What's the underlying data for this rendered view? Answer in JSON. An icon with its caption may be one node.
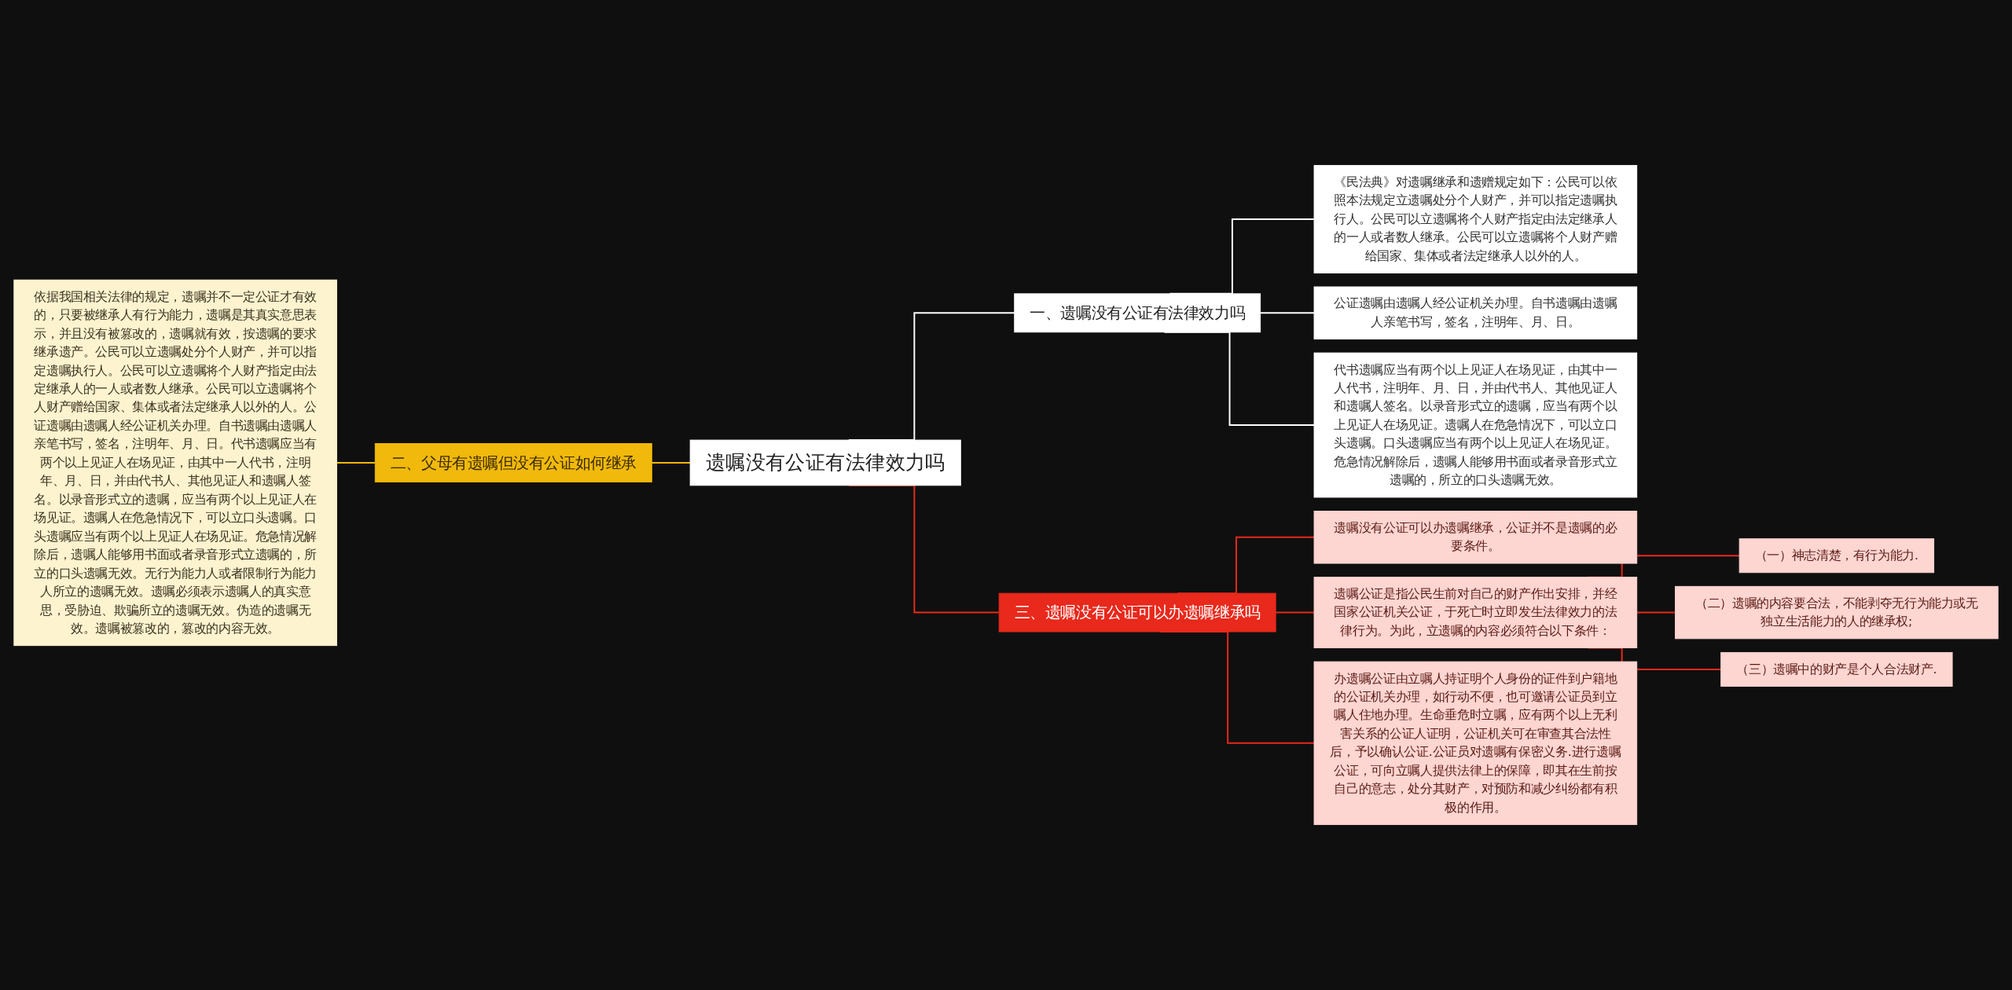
{
  "diagram": {
    "nodes": [
      {
        "text": [
          "遗嘱没有公证有法律效力吗"
        ]
      },
      {
        "text": [
          "一、遗嘱没有公证有法律效力吗"
        ]
      },
      {
        "text": [
          "《民法典》对遗嘱继承和遗赠规定如下：公民可以依照本法规定立遗嘱处分个人财产，并可以指定遗嘱执行人。公民可以立遗嘱将个人财产指定由法定继承人的一人或者数人继承。公民可以立遗嘱将个人财产赠给国家、集体或者法定继承人以外的人。"
        ]
      },
      {
        "text": [
          "公证遗嘱由遗嘱人经公证机关办理。自书遗嘱由遗嘱人亲笔书写，签名，注明年、月、日。"
        ]
      },
      {
        "text": [
          "代书遗嘱应当有两个以上见证人在场见证，由其中一人代书，注明年、月、日，并由代书人、其他见证人和遗嘱人签名。以录音形式立的遗嘱，应当有两个以上见证人在场见证。遗嘱人在危急情况下，可以立口头遗嘱。口头遗嘱应当有两个以上见证人在场见证。危急情况解除后，遗嘱人能够用书面或者录音形式立遗嘱的，所立的口头遗嘱无效。"
        ]
      },
      {
        "text": [
          "二、父母有遗嘱但没有公证如何继承"
        ]
      },
      {
        "text": [
          "依据我国相关法律的规定，遗嘱并不一定公证才有效的，只要被继承人有行为能力，遗嘱是其真实意思表示，并且没有被篡改的，遗嘱就有效，按遗嘱的要求继承遗产。公民可以立遗嘱处分个人财产，并可以指定遗嘱执行人。公民可以立遗嘱将个人财产指定由法定继承人的一人或者数人继承。公民可以立遗嘱将个人财产赠给国家、集体或者法定继承人以外的人。公证遗嘱由遗嘱人经公证机关办理。自书遗嘱由遗嘱人亲笔书写，签名，注明年、月、日。代书遗嘱应当有两个以上见证人在场见证，由其中一人代书，注明年、月、日，并由代书人、其他见证人和遗嘱人签名。以录音形式立的遗嘱，应当有两个以上见证人在场见证。遗嘱人在危急情况下，可以立口头遗嘱。口头遗嘱应当有两个以上见证人在场见证。危急情况解除后，遗嘱人能够用书面或者录音形式立遗嘱的，所立的口头遗嘱无效。无行为能力人或者限制行为能力人所立的遗嘱无效。遗嘱必须表示遗嘱人的真实意思，受胁迫、欺骗所立的遗嘱无效。伪造的遗嘱无效。遗嘱被篡改的，篡改的内容无效。"
        ]
      },
      {
        "text": [
          "三、遗嘱没有公证可以办遗嘱继承吗"
        ]
      },
      {
        "text": [
          "遗嘱没有公证可以办遗嘱继承，公证并不是遗嘱的必要条件。"
        ]
      },
      {
        "text": [
          "遗嘱公证是指公民生前对自己的财产作出安排，并经国家公证机关公证，于死亡时立即发生法律效力的法律行为。为此，立遗嘱的内容必须符合以下条件："
        ]
      },
      {
        "text": [
          "（一）神志清楚，有行为能力."
        ]
      },
      {
        "text": [
          "（二）遗嘱的内容要合法，不能剥夺无行为能力或无独立生活能力的人的继承权;"
        ]
      },
      {
        "text": [
          "（三）遗嘱中的财产是个人合法财产."
        ]
      },
      {
        "text": [
          "办遗嘱公证由立嘱人持证明个人身份的证件到户籍地的公证机关办理，如行动不便，也可邀请公证员到立嘱人住地办理。生命垂危时立嘱，应有两个以上无利害关系的公证人证明，公证机关可在审查其合法性后，予以确认公证.公证员对遗嘱有保密义务.进行遗嘱公证，可向立嘱人提供法律上的保障，即其在生前按自己的意志，处分其财产，对预防和减少纠纷都有积极的作用。"
        ]
      }
    ],
    "edges": [
      {
        "from": 0,
        "to": 1,
        "arrow": "none",
        "color": "#ffffff"
      },
      {
        "from": 1,
        "to": 2,
        "arrow": "none",
        "color": "#ffffff"
      },
      {
        "from": 1,
        "to": 3,
        "arrow": "none",
        "color": "#ffffff"
      },
      {
        "from": 1,
        "to": 4,
        "arrow": "none",
        "color": "#ffffff"
      },
      {
        "from": 5,
        "to": 0,
        "arrow": "none",
        "color": "#f0b90b"
      },
      {
        "from": 6,
        "to": 5,
        "arrow": "none",
        "color": "#f0b90b"
      },
      {
        "from": 0,
        "to": 7,
        "arrow": "none"
      },
      {
        "from": 7,
        "to": 8,
        "arrow": "none"
      },
      {
        "from": 7,
        "to": 9,
        "arrow": "none"
      },
      {
        "from": 9,
        "to": 10,
        "arrow": "none"
      },
      {
        "from": 9,
        "to": 11,
        "arrow": "none"
      },
      {
        "from": 9,
        "to": 12,
        "arrow": "none"
      },
      {
        "from": 7,
        "to": 13,
        "arrow": "none"
      }
    ]
  }
}
